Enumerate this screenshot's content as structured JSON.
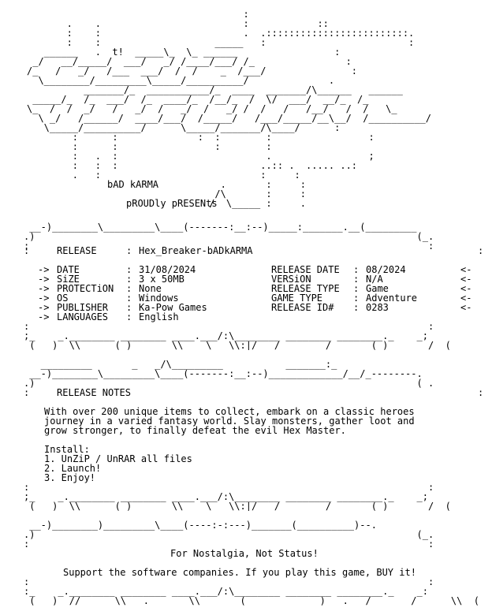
{
  "logo": {
    "tag": "t!"
  },
  "credits": {
    "group_text": "bAD kARMA",
    "presents_text": "pROUDly pRESENts"
  },
  "release": {
    "section_title": "RELEASE",
    "name_sep": ":",
    "name": "Hex_Breaker-bADkARMA",
    "left": [
      {
        "arrow": "->",
        "label": "DATE",
        "sep": ":",
        "value": "31/08/2024"
      },
      {
        "arrow": "->",
        "label": "SiZE",
        "sep": ":",
        "value": "3 x 50MB"
      },
      {
        "arrow": "->",
        "label": "PROTECTiON",
        "sep": ":",
        "value": "None"
      },
      {
        "arrow": "->",
        "label": "OS",
        "sep": ":",
        "value": "Windows"
      },
      {
        "arrow": "->",
        "label": "PUBLISHER",
        "sep": ":",
        "value": "Ka-Pow Games"
      },
      {
        "arrow": "->",
        "label": "LANGUAGES",
        "sep": ":",
        "value": "English"
      }
    ],
    "right": [
      {
        "label": "RELEASE DATE",
        "sep": ":",
        "value": "08/2024",
        "arrow": "<-"
      },
      {
        "label": "VERSiON",
        "sep": ":",
        "value": "N/A",
        "arrow": "<-"
      },
      {
        "label": "RELEASE TYPE",
        "sep": ":",
        "value": "Game",
        "arrow": "<-"
      },
      {
        "label": "GAME TYPE",
        "sep": ":",
        "value": "Adventure",
        "arrow": "<-"
      },
      {
        "label": "RELEASE ID#",
        "sep": ":",
        "value": "0283",
        "arrow": "<-"
      }
    ]
  },
  "notes": {
    "section_title": "RELEASE NOTES",
    "paragraph": [
      "With over 200 unique items to collect, embark on a classic heroes",
      "journey in a varied fantasy world. Slay monsters, gather loot and",
      "grow stronger, to finally defeat the evil Hex Master."
    ],
    "install_title": "Install:",
    "steps": [
      "1. UnZiP / UnRAR all files",
      "2. Launch!",
      "3. Enjoy!"
    ]
  },
  "footer": {
    "line1": "For Nostalgia, Not Status!",
    "line2": "Support the software companies. If you play this game, BUY it!"
  }
}
